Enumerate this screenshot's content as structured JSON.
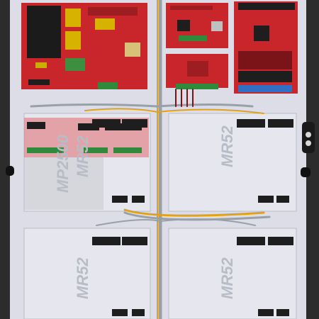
{
  "board_labels": {
    "mp2500": "MP2500",
    "mr52_overlay": "MR52",
    "mr52_top_right": "MR52",
    "mr52_bottom_left": "MR52",
    "mr52_bottom_right": "MR52"
  },
  "colors": {
    "enclosure": "#2c2c2c",
    "backplate": "#dcdde6",
    "pcb_red": "#c8262b",
    "pcb_dark": "#9e1d20",
    "module_plate": "#e6e7ee",
    "terminal_green": "#2f8a3c",
    "terminal_blue": "#2f6fc4",
    "terminal_black": "#1e1e1e",
    "wire_yellow": "#e0a21c",
    "wire_gray": "#9aa0a8"
  }
}
